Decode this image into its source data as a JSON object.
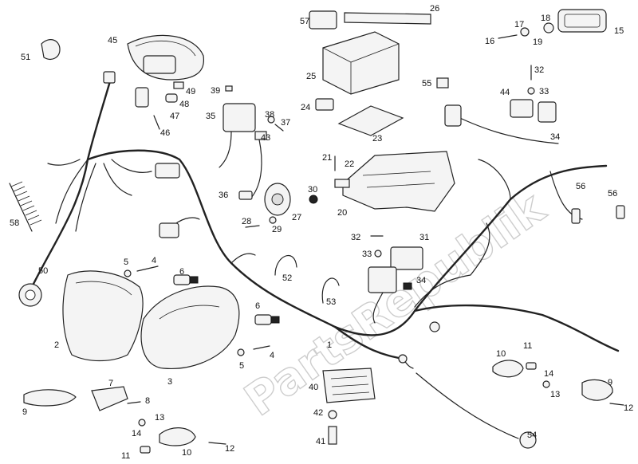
{
  "watermark": "PartsRepublik",
  "parts": {
    "p1": "1",
    "p2": "2",
    "p3": "3",
    "p4a": "4",
    "p4b": "4",
    "p5a": "5",
    "p5b": "5",
    "p6a": "6",
    "p6b": "6",
    "p7": "7",
    "p8": "8",
    "p9a": "9",
    "p9b": "9",
    "p10a": "10",
    "p10b": "10",
    "p11a": "11",
    "p11b": "11",
    "p12a": "12",
    "p12b": "12",
    "p13a": "13",
    "p13b": "13",
    "p14a": "14",
    "p14b": "14",
    "p15": "15",
    "p16": "16",
    "p17": "17",
    "p18": "18",
    "p19": "19",
    "p20": "20",
    "p21": "21",
    "p22": "22",
    "p23": "23",
    "p24": "24",
    "p25": "25",
    "p26": "26",
    "p27": "27",
    "p28": "28",
    "p29": "29",
    "p30": "30",
    "p31": "31",
    "p32a": "32",
    "p32b": "32",
    "p33a": "33",
    "p33b": "33",
    "p34a": "34",
    "p34b": "34",
    "p35": "35",
    "p36": "36",
    "p37": "37",
    "p38": "38",
    "p39": "39",
    "p40": "40",
    "p41": "41",
    "p42": "42",
    "p43": "43",
    "p44": "44",
    "p45": "45",
    "p46": "46",
    "p47": "47",
    "p48": "48",
    "p49": "49",
    "p50": "50",
    "p51": "51",
    "p52": "52",
    "p53": "53",
    "p54": "54",
    "p55": "55",
    "p56a": "56",
    "p56b": "56",
    "p57": "57",
    "p58": "58"
  }
}
